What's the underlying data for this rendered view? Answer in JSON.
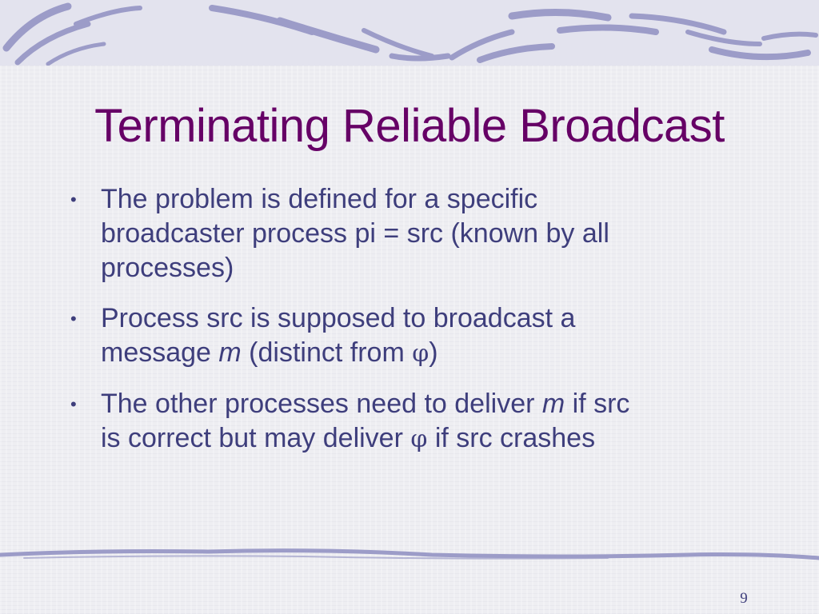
{
  "slide": {
    "title": "Terminating Reliable Broadcast",
    "bullets": [
      {
        "lines": [
          "The problem is defined for a specific",
          "broadcaster process pi = src (known by all",
          "processes)"
        ]
      },
      {
        "line1": "Process src is supposed to broadcast a",
        "line2_a": "message ",
        "line2_m": "m",
        "line2_b": " (distinct from ",
        "line2_phi": "φ",
        "line2_c": ")"
      },
      {
        "line1_a": "The other processes need to deliver ",
        "line1_m": "m",
        "line1_b": " if src",
        "line2_a": "is correct but may deliver ",
        "line2_phi": "φ",
        "line2_b": " if src crashes"
      }
    ],
    "bullet_marker": "•",
    "page_number": "9"
  },
  "colors": {
    "title": "#660066",
    "body_text": "#3e3e7c",
    "decoration": "#9c9cc8",
    "top_band": "#e3e3ee"
  }
}
